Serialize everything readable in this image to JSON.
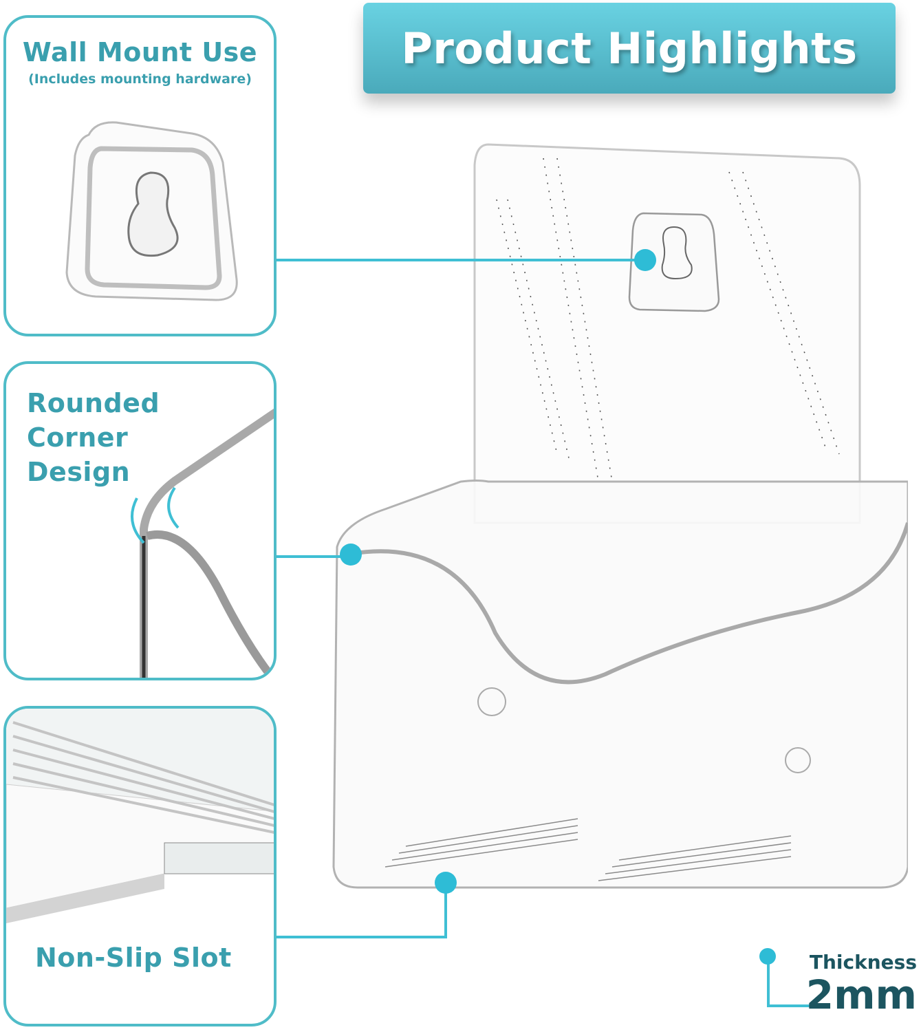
{
  "header": {
    "title": "Product Highlights"
  },
  "callouts": {
    "wall_mount": {
      "title": "Wall Mount Use",
      "subtitle": "(Includes mounting hardware)"
    },
    "rounded_corner": {
      "title_lines": [
        "Rounded",
        "Corner",
        "Design"
      ]
    },
    "non_slip": {
      "title": "Non-Slip Slot"
    }
  },
  "thickness": {
    "label": "Thickness",
    "value": "2mm"
  },
  "colors": {
    "accent": "#4fbcc8",
    "title_text": "#3a9fae",
    "banner_top": "#69d2e2",
    "banner_bottom": "#4aaabb",
    "connector": "#2ebcd6",
    "thickness_text": "#1c5560"
  }
}
